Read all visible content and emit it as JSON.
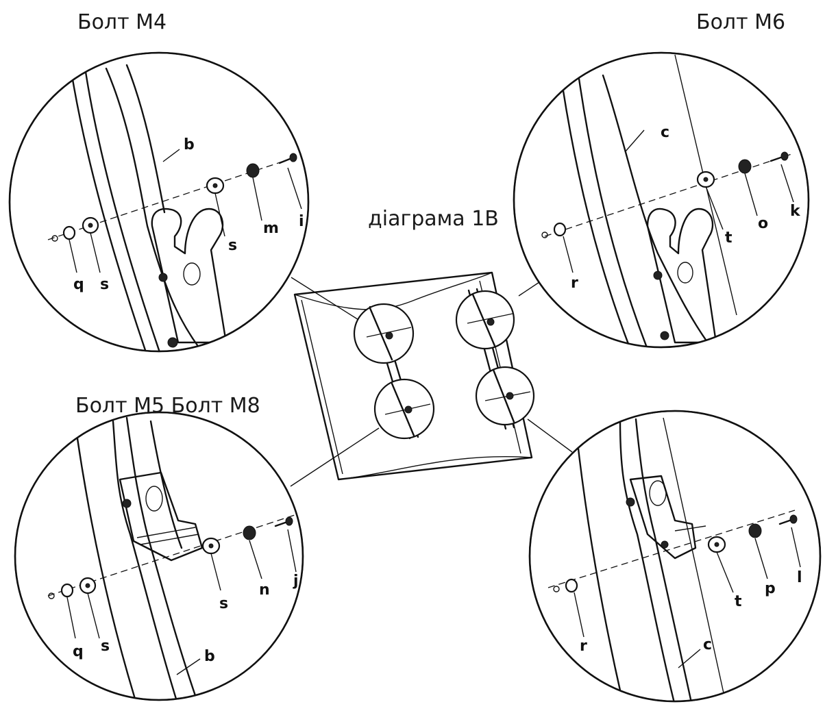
{
  "titles": {
    "top_left": "Болт М4",
    "top_right": "Болт М6",
    "center": "діаграма 1В",
    "bottom_left": "Болт М5 Болт М8"
  },
  "parts": {
    "top_left": {
      "rail": "b",
      "washer_front": "s",
      "lock_washer": "m",
      "bolt": "i",
      "spacer": "q",
      "washer_back": "s"
    },
    "top_right": {
      "rail": "c",
      "washer_front": "t",
      "lock_washer": "o",
      "bolt": "k",
      "spacer": "r"
    },
    "bottom_left": {
      "washer_front": "s",
      "lock_washer": "n",
      "bolt": "j",
      "spacer": "q",
      "washer_back": "s",
      "rail": "b"
    },
    "bottom_right": {
      "washer_front": "t",
      "lock_washer": "p",
      "bolt": "l",
      "spacer": "r",
      "rail": "c"
    }
  },
  "colors": {
    "ink": "#111111",
    "background": "#ffffff"
  }
}
